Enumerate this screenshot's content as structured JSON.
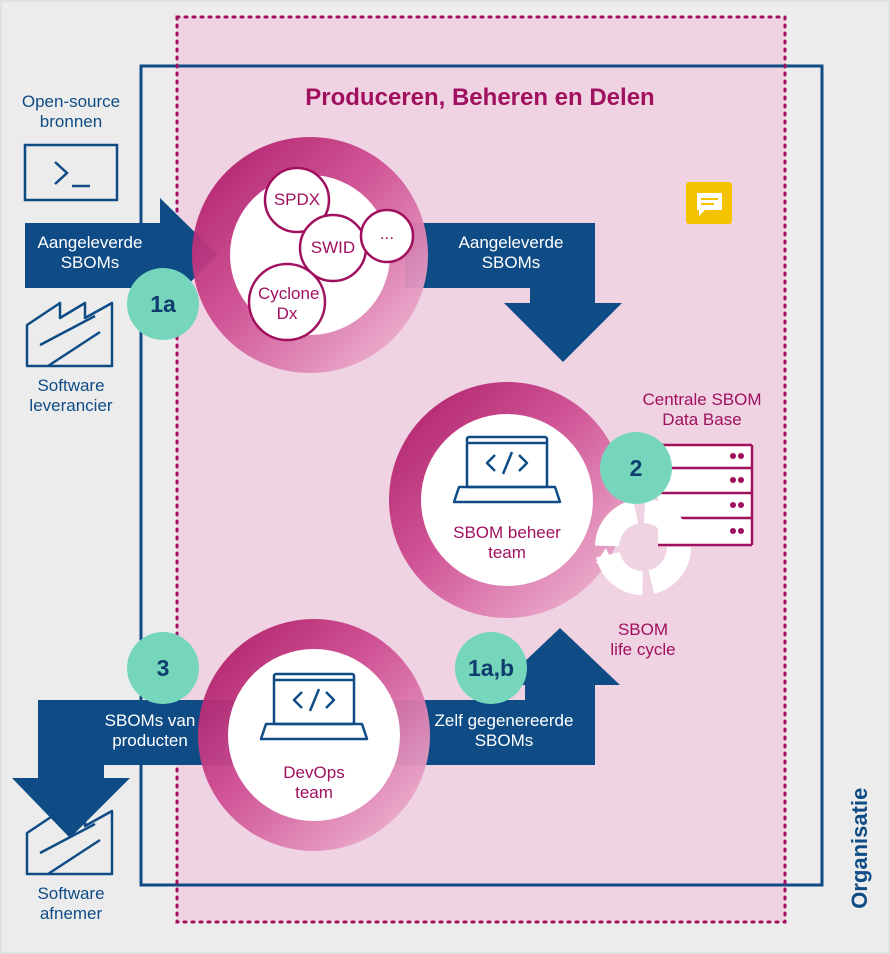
{
  "title": "Produceren, Beheren en Delen",
  "organisatie_label": "Organisatie",
  "sources": {
    "open_source": [
      "Open-source",
      "bronnen"
    ],
    "leverancier": [
      "Software",
      "leverancier"
    ],
    "afnemer": [
      "Software",
      "afnemer"
    ]
  },
  "arrows": {
    "in_left": [
      "Aangeleverde",
      "SBOMs"
    ],
    "in_right": [
      "Aangeleverde",
      "SBOMs"
    ],
    "out_left": [
      "SBOMs van",
      "producten"
    ],
    "out_right": [
      "Zelf gegenereerde",
      "SBOMs"
    ]
  },
  "formats": [
    "SPDX",
    "SWID",
    "...",
    "Cyclone Dx"
  ],
  "teams": {
    "beheer": [
      "SBOM beheer",
      "team"
    ],
    "devops": [
      "DevOps",
      "team"
    ]
  },
  "database": [
    "Centrale SBOM",
    "Data Base"
  ],
  "lifecycle": [
    "SBOM",
    "life cycle"
  ],
  "badges": {
    "b1a": "1a",
    "b2": "2",
    "b3": "3",
    "b1ab": "1a,b"
  },
  "colors": {
    "navy": "#0f4c86",
    "magenta": "#a0105f",
    "pink_area": "#f0d3e2",
    "teal": "#75d6bb",
    "note_yellow": "#f5c200"
  },
  "icons": [
    "terminal-icon",
    "factory-icon",
    "laptop-code-icon",
    "database-icon",
    "cycle-icon",
    "comment-icon"
  ]
}
